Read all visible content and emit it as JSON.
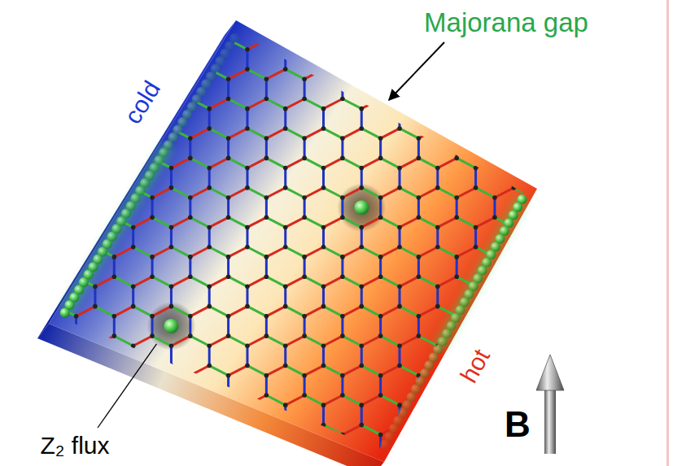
{
  "diagram": {
    "labels": [
      "Majorana gap",
      "cold",
      "hot",
      "B",
      "Z₂ flux"
    ]
  }
}
